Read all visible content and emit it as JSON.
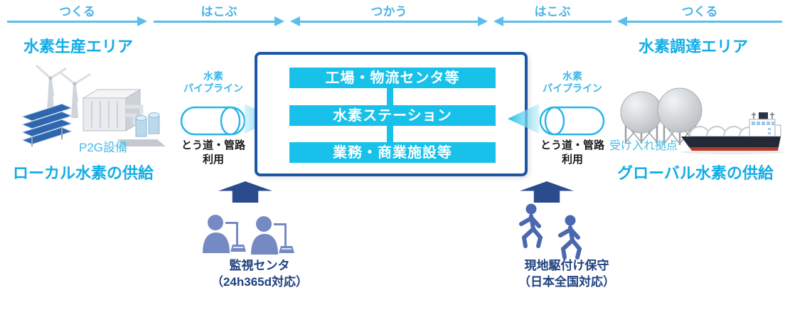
{
  "colors": {
    "accent_cyan": "#18C1E9",
    "flow_blue": "#5CBEEC",
    "heading_cyan": "#12ADE5",
    "box_border_blue": "#1B57A5",
    "bottom_text_navy": "#1F4180",
    "up_arrow_navy": "#2B4C8C",
    "operator_icon_blue": "#7589C3",
    "walker_icon_blue": "#4A68AF"
  },
  "flow": {
    "segments": [
      {
        "label": "つくる",
        "direction": "right"
      },
      {
        "label": "はこぶ",
        "direction": "right"
      },
      {
        "label": "つかう",
        "direction": "both"
      },
      {
        "label": "はこぶ",
        "direction": "left"
      },
      {
        "label": "つくる",
        "direction": "left"
      }
    ]
  },
  "production_area": {
    "title": "水素生産エリア",
    "equipment_label": "P2G設備",
    "supply_label": "ローカル水素の供給"
  },
  "procurement_area": {
    "title": "水素調達エリア",
    "terminal_label": "受け入れ拠点",
    "supply_label": "グローバル水素の供給"
  },
  "pipeline_left": {
    "name_line1": "水素",
    "name_line2": "パイプライン",
    "note_line1": "とう道・管路",
    "note_line2": "利用"
  },
  "pipeline_right": {
    "name_line1": "水素",
    "name_line2": "パイプライン",
    "note_line1": "とう道・管路",
    "note_line2": "利用"
  },
  "usage_box": {
    "items": [
      "工場・物流センタ等",
      "水素ステーション",
      "業務・商業施設等"
    ]
  },
  "monitoring": {
    "line1": "監視センタ",
    "line2": "（24h365d対応）"
  },
  "field_service": {
    "line1": "現地駆付け保守",
    "line2": "（日本全国対応）"
  },
  "icons": {
    "production": [
      "wind-turbine-icon",
      "solar-panel-icon",
      "p2g-plant-icon"
    ],
    "pipeline": "pipe-cylinder-icon",
    "procurement": [
      "gas-storage-sphere-icon",
      "lng-carrier-ship-icon"
    ],
    "monitoring": "operator-at-desk-icon",
    "field_service": "walking-person-icon"
  }
}
